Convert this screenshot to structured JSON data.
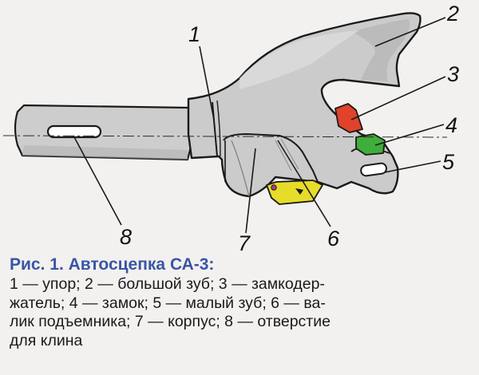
{
  "figure": {
    "callouts": [
      {
        "id": "1",
        "label": "1"
      },
      {
        "id": "2",
        "label": "2"
      },
      {
        "id": "3",
        "label": "3"
      },
      {
        "id": "4",
        "label": "4"
      },
      {
        "id": "5",
        "label": "5"
      },
      {
        "id": "6",
        "label": "6"
      },
      {
        "id": "7",
        "label": "7"
      },
      {
        "id": "8",
        "label": "8"
      }
    ],
    "colors": {
      "body": "#cfcfcf",
      "body_shadow": "#a9a9a9",
      "outline": "#1a1a1a",
      "lock_holder": "#e0432a",
      "lock": "#3fae3b",
      "lifter_shaft": "#e6dc2a",
      "caption_title": "#3a55a5"
    }
  },
  "caption": {
    "title": "Рис. 1. Автосцепка СА-3:",
    "lines": [
      "1 — упор; 2 — большой зуб; 3 — замкодер-",
      "жатель; 4 — замок; 5 — малый зуб; 6 — ва-",
      "лик подъемника; 7 — корпус; 8 — отверстие",
      "для клина"
    ]
  }
}
